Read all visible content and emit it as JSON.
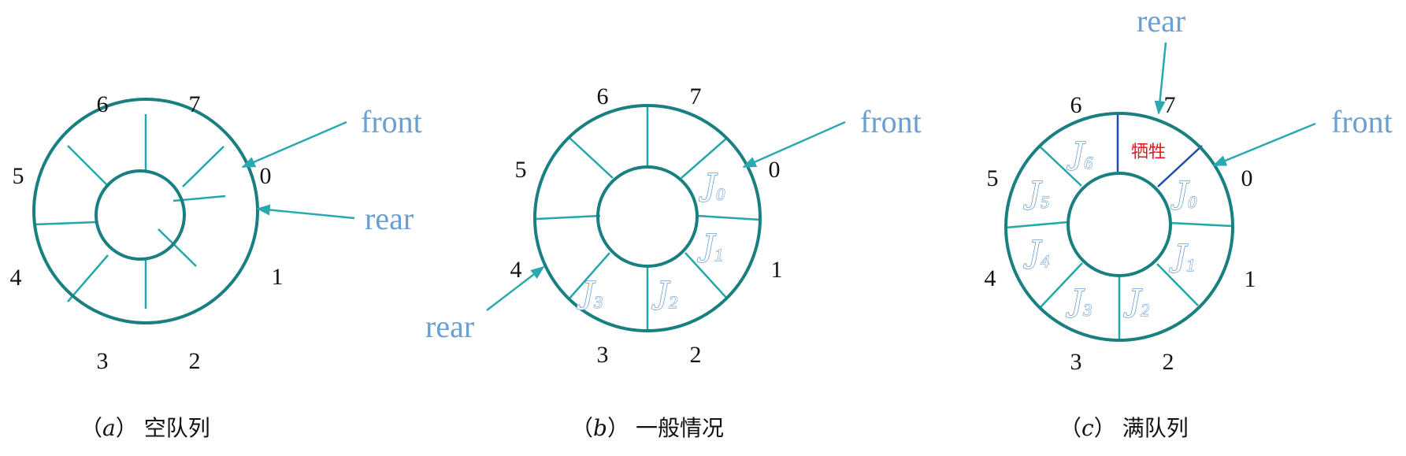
{
  "colors": {
    "ring": "#1a7f80",
    "slot_line": "#23a7a8",
    "arrow": "#2aaab0",
    "pointer_text": "#6a9fd4",
    "sacrifice_text": "#e8141e",
    "sacrifice_line": "#1d4fa8"
  },
  "slot_numbers": [
    "0",
    "1",
    "2",
    "3",
    "4",
    "5",
    "6",
    "7"
  ],
  "pointers": {
    "front": "front",
    "rear": "rear"
  },
  "jobs": {
    "j0": "0",
    "j1": "1",
    "j2": "2",
    "j3": "3",
    "j4": "4",
    "j5": "5",
    "j6": "6",
    "letter": "J"
  },
  "sacrifice_label": "牺牲",
  "captions": {
    "a": {
      "open": "（",
      "letter": "a",
      "close": "）",
      "text": "空队列"
    },
    "b": {
      "open": "（",
      "letter": "b",
      "close": "）",
      "text": "一般情况"
    },
    "c": {
      "open": "（",
      "letter": "c",
      "close": "）",
      "text": "满队列"
    }
  }
}
